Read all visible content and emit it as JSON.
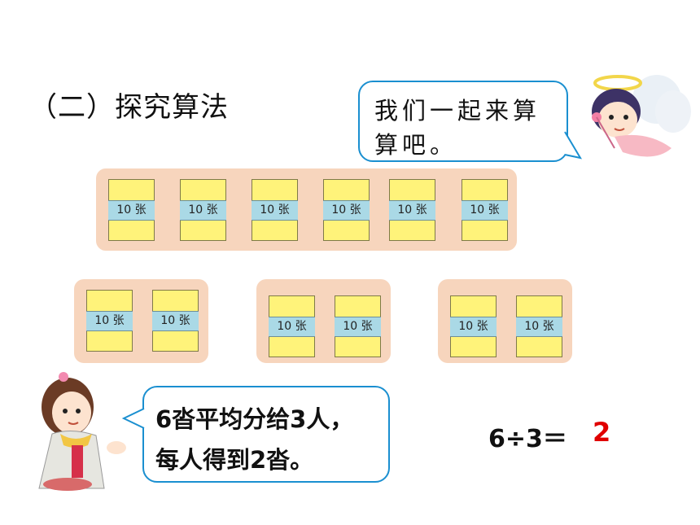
{
  "section_title": "（二）探究算法",
  "top_bubble": {
    "line1": "我们一起来算",
    "line2": "算吧。"
  },
  "packet_label": "10 张",
  "packets": [
    "10 张",
    "10 张",
    "10 张",
    "10 张",
    "10 张",
    "10 张"
  ],
  "groups": [
    [
      "10 张",
      "10 张"
    ],
    [
      "10 张",
      "10 张"
    ],
    [
      "10 张",
      "10 张"
    ]
  ],
  "bottom_bubble": {
    "line1": "6沓平均分给3人，",
    "line2": "每人得到2沓。"
  },
  "equation": "6÷3＝",
  "answer": "2",
  "colors": {
    "bubble_border": "#1a8fd0",
    "group_bg": "#f7d5bd",
    "packet": "#fff37a",
    "band": "#aad9e6",
    "answer": "#e00000"
  }
}
